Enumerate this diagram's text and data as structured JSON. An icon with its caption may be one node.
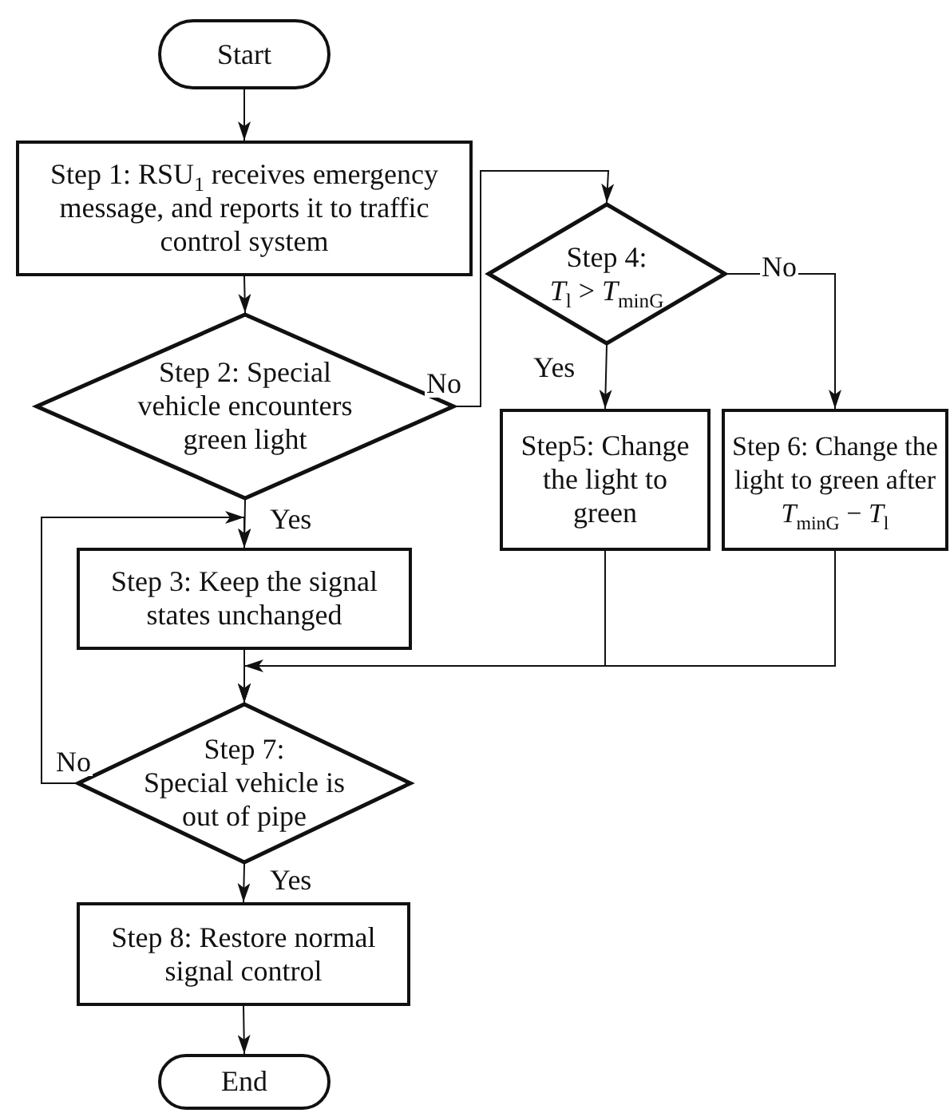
{
  "diagram": {
    "nodes": [
      {
        "text": [
          "Start"
        ]
      },
      {
        "text": [
          "Step 1: RSU$_{1}$ receives emergency message, and reports it to traffic control system"
        ]
      },
      {
        "text": [
          "Step 2: Special vehicle encounters green light"
        ]
      },
      {
        "text": [
          "Step 3: Keep the signal states unchanged"
        ]
      },
      {
        "text": [
          "Step 4:",
          "*T*$_{l}$ > *T*$_{minG}$"
        ]
      },
      {
        "text": [
          "Step5: Change the light to green"
        ]
      },
      {
        "text": [
          "Step 6: Change the light to green after *T*$_{minG}$ − *T*$_{l}$"
        ]
      },
      {
        "text": [
          "Step 7:",
          "Special vehicle is out of pipe"
        ]
      },
      {
        "text": [
          "Step 8: Restore normal signal control"
        ]
      },
      {
        "text": [
          "End"
        ]
      }
    ],
    "edges": [
      {
        "from": 0,
        "to": 1,
        "arrow": "to"
      },
      {
        "from": 1,
        "to": 2,
        "arrow": "to"
      },
      {
        "from": 2,
        "to": 3,
        "arrow": "to",
        "label": "Yes"
      },
      {
        "from": 2,
        "to": 4,
        "arrow": "to",
        "label": "No"
      },
      {
        "from": 4,
        "to": 5,
        "arrow": "to",
        "label": "Yes"
      },
      {
        "from": 4,
        "to": 6,
        "arrow": "to",
        "label": "No"
      },
      {
        "from": 3,
        "to": 7,
        "arrow": "to"
      },
      {
        "from": 5,
        "to": 7,
        "arrow": "to"
      },
      {
        "from": 6,
        "to": 7,
        "arrow": "to"
      },
      {
        "from": 7,
        "to": 3,
        "arrow": "to",
        "label": "No"
      },
      {
        "from": 7,
        "to": 8,
        "arrow": "to",
        "label": "Yes"
      },
      {
        "from": 8,
        "to": 9,
        "arrow": "to"
      }
    ]
  }
}
